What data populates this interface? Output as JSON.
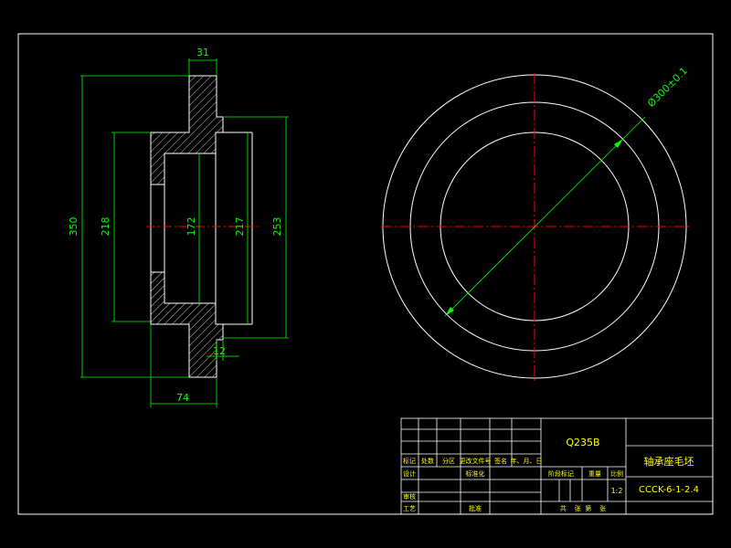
{
  "colors": {
    "background": "#000000",
    "frame": "#ffffff",
    "dimension": "#00ff00",
    "centerline": "#ff0000",
    "title_text": "#ffff00"
  },
  "section_view": {
    "dim_top_thickness": "31",
    "dim_outer_diameter": "350",
    "dim_218": "218",
    "dim_172": "172",
    "dim_217": "217",
    "dim_253": "253",
    "dim_flange_thickness": "12",
    "dim_length": "74"
  },
  "circle_view": {
    "dim_diameter": "Ø300±0.1"
  },
  "title_block": {
    "material": "Q235B",
    "part_name": "轴承座毛坯",
    "drawing_number": "CCCK-6-1-2.4",
    "scale": "1:2",
    "rev_header": [
      "标记",
      "处数",
      "分区",
      "更改文件号",
      "签名",
      "年、月、日"
    ],
    "design_label": "设计",
    "standardize_label": "标准化",
    "review_label": "审核",
    "process_label": "工艺",
    "approve_label": "批准",
    "stage_mark_label": "阶段标记",
    "weight_label": "重量",
    "scale_label": "比例",
    "sheets_text": "共    张  第    张"
  }
}
